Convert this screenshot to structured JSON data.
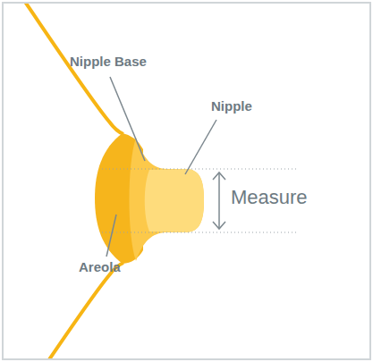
{
  "diagram": {
    "labels": [
      "Nipple Base",
      "Nipple",
      "Areola",
      "Measure"
    ]
  }
}
